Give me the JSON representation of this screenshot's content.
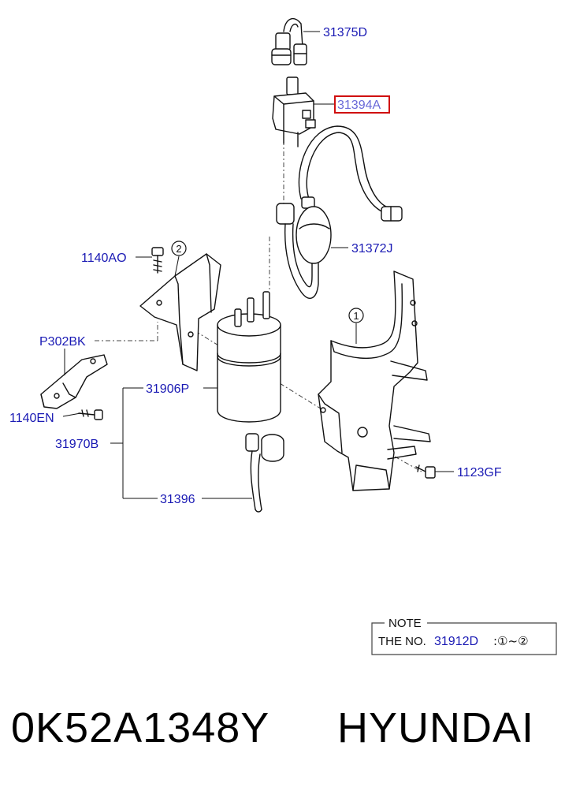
{
  "callouts": {
    "c31375D": "31375D",
    "c31394A": "31394A",
    "c31372J": "31372J",
    "c1140AO": "1140AO",
    "cP302BK": "P302BK",
    "c1140EN": "1140EN",
    "c31906P": "31906P",
    "c31970B": "31970B",
    "c31396": "31396",
    "c1123GF": "1123GF",
    "ref1": "1",
    "ref2": "2"
  },
  "highlight_color": "#d01010",
  "label_color": "#1a1ab4",
  "note": {
    "title": "NOTE",
    "prefix": "THE NO.",
    "part": "31912D",
    "range": ":①~②"
  },
  "footer": {
    "part_number": "0K52A1348Y",
    "brand": "HYUNDAI"
  }
}
